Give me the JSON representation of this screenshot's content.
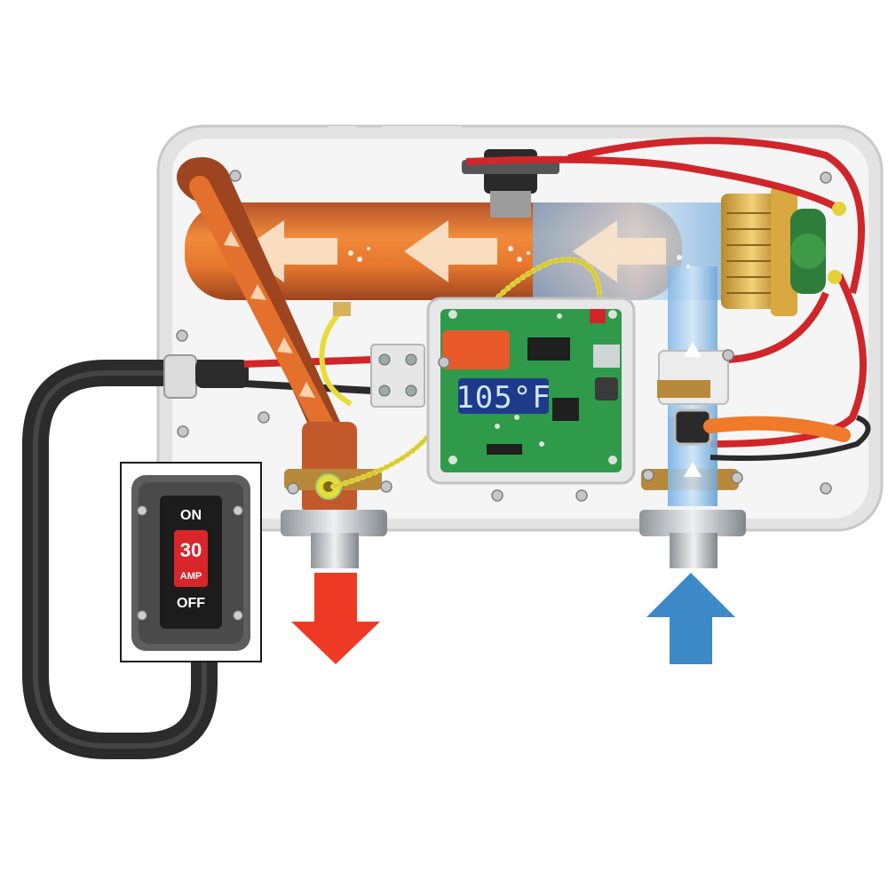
{
  "display": {
    "temperature": "105°F"
  },
  "breaker": {
    "on_label": "ON",
    "rating": "30",
    "unit": "AMP",
    "off_label": "OFF"
  },
  "colors": {
    "hot_arrow": "#ee3a24",
    "cold_arrow": "#3d89c8",
    "copper": "#c8642a",
    "pcb": "#2f9a4a",
    "lcd_bg": "#1f3a8a",
    "housing": "#f4f4f4"
  },
  "icons": [
    "hot-water-outlet-arrow",
    "cold-water-inlet-arrow",
    "flow-direction-arrow",
    "screw-icon"
  ]
}
